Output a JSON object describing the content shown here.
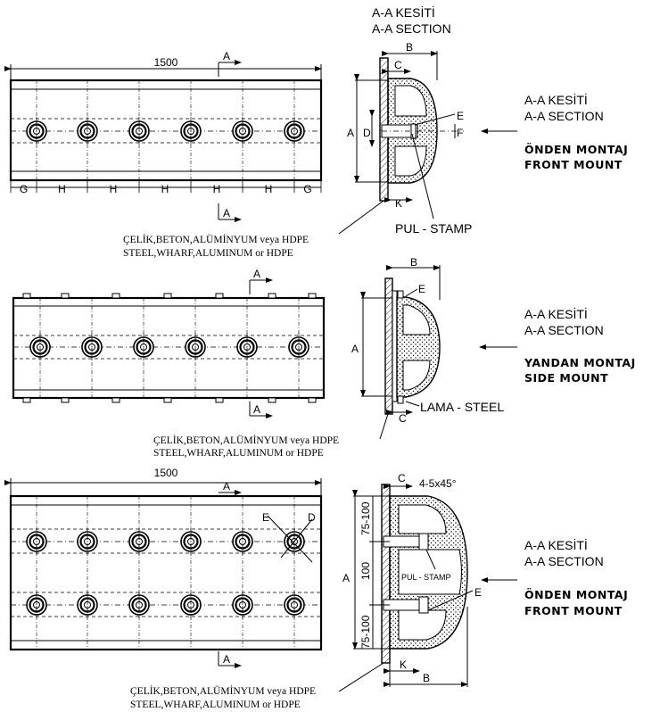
{
  "views": {
    "top": {
      "length": "1500",
      "section_mark": "A",
      "dims": [
        "G",
        "H",
        "H",
        "H",
        "H",
        "H",
        "G"
      ],
      "section_title_tr": "A-A KESİTİ",
      "section_title_en": "A-A SECTION",
      "sec_labels": {
        "B": "B",
        "C": "C",
        "A": "A",
        "D": "D",
        "E": "E",
        "F": "F",
        "K": "K"
      },
      "stamp": "PUL - STAMP",
      "material_tr": "ÇELİK,BETON,ALÜMİNYUM veya HDPE",
      "material_en": "STEEL,WHARF,ALUMINUM or HDPE",
      "arrow_title_tr": "A-A KESİTİ",
      "arrow_title_en": "A-A SECTION",
      "mount_tr": "ÖNDEN MONTAJ",
      "mount_en": "FRONT MOUNT"
    },
    "middle": {
      "section_mark": "A",
      "sec_labels": {
        "B": "B",
        "E": "E",
        "A": "A",
        "C": "C"
      },
      "steel": "LAMA - STEEL",
      "material_tr": "ÇELİK,BETON,ALÜMİNYUM veya HDPE",
      "material_en": "STEEL,WHARF,ALUMINUM or HDPE",
      "arrow_title_tr": "A-A KESİTİ",
      "arrow_title_en": "A-A SECTION",
      "mount_tr": "YANDAN MONTAJ",
      "mount_en": "SIDE MOUNT"
    },
    "bottom": {
      "length": "1500",
      "section_mark": "A",
      "hole_e": "E",
      "hole_d": "D",
      "sec_labels": {
        "C": "C",
        "chamfer": "4-5x45°",
        "A": "A",
        "d1": "75-100",
        "d2": "100",
        "d3": "75-100",
        "E": "E",
        "K": "K",
        "B": "B"
      },
      "stamp": "PUL - STAMP",
      "material_tr": "ÇELİK,BETON,ALÜMİNYUM veya HDPE",
      "material_en": "STEEL,WHARF,ALUMINUM or HDPE",
      "arrow_title_tr": "A-A KESİTİ",
      "arrow_title_en": "A-A SECTION",
      "mount_tr": "ÖNDEN MONTAJ",
      "mount_en": "FRONT MOUNT"
    }
  }
}
